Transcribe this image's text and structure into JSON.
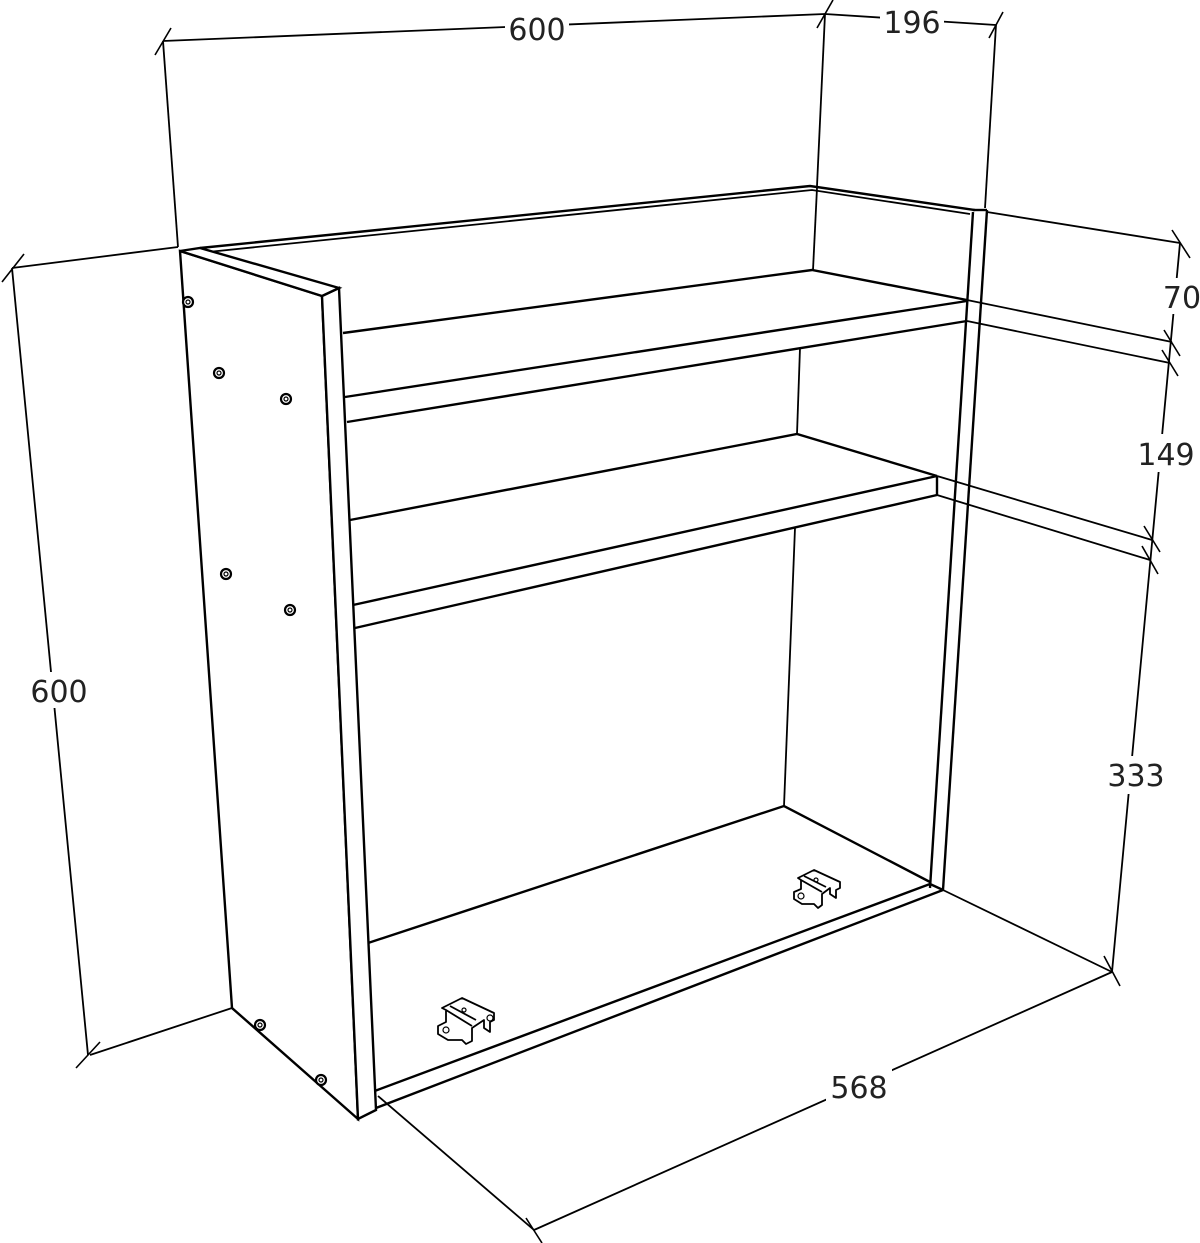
{
  "drawing": {
    "title": "Wall cabinet with two shelves - dimensioned isometric line drawing",
    "units": "mm",
    "line_color": "#000000",
    "background": "#ffffff",
    "text_color": "#222222"
  },
  "dimensions": {
    "width_top": "600",
    "depth_top": "196",
    "height_left": "600",
    "top_gap": "70",
    "middle_gap": "149",
    "bottom_gap": "333",
    "inner_width_bottom": "568"
  },
  "parts": {
    "side_panel_screws": 5,
    "bottom_panel_screws": 2,
    "hanging_brackets": 2,
    "shelves": 2
  }
}
